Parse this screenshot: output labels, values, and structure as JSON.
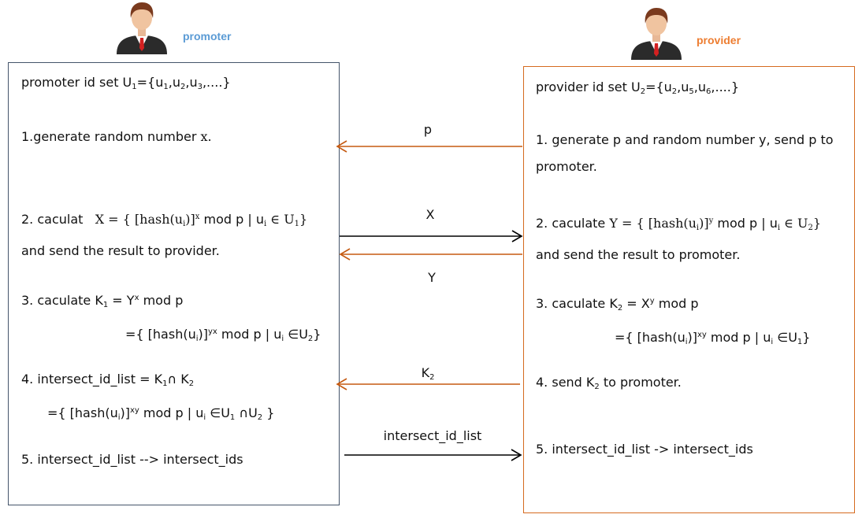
{
  "promoter": {
    "label": "promoter",
    "label_color": "#5b9bd5",
    "icon": "businessman-avatar-icon",
    "id_set": {
      "prefix": "promoter id set U",
      "sub": "1",
      "eq": "={u",
      "e1": "1",
      "c1": ",u",
      "e2": "2",
      "c2": ",u",
      "e3": "3",
      "tail": ",....}"
    },
    "steps": {
      "s1": "1.generate random number",
      "s1_var": "x.",
      "s2_prefix": "2.  caculat",
      "s2_formula_a": "X = { [hash(u",
      "s2_formula_i": "i",
      "s2_formula_b": ")]",
      "s2_formula_x": "x",
      "s2_formula_c": " mod p | u",
      "s2_formula_i2": "i",
      "s2_formula_d": "  ∈  U",
      "s2_formula_1": "1",
      "s2_formula_e": "}",
      "s2_line2": "and send the result to provider.",
      "s3_a": "3.  caculate K",
      "s3_sub": "1",
      "s3_b": "  = Y",
      "s3_sup": "x",
      "s3_c": " mod p",
      "s3_l2_a": "={ [hash(u",
      "s3_l2_i": "i",
      "s3_l2_b": ")]",
      "s3_l2_sup": "yx",
      "s3_l2_c": " mod p | u",
      "s3_l2_i2": "i",
      "s3_l2_d": " ∈U",
      "s3_l2_2": "2",
      "s3_l2_e": "}",
      "s4_a": "4.  intersect_id_list = K",
      "s4_s1": "1",
      "s4_b": "∩ K",
      "s4_s2": "2",
      "s4_l2_a": "={ [hash(u",
      "s4_l2_i": "i",
      "s4_l2_b": ")]",
      "s4_l2_sup": "xy",
      "s4_l2_c": " mod p | u",
      "s4_l2_i2": "i",
      "s4_l2_d": " ∈U",
      "s4_l2_1": "1",
      "s4_l2_e": " ∩U",
      "s4_l2_2": "2",
      "s4_l2_f": " }",
      "s5": "5.  intersect_id_list --> intersect_ids"
    }
  },
  "provider": {
    "label": "provider",
    "label_color": "#ed7d31",
    "icon": "businessman-avatar-icon",
    "id_set": {
      "prefix": "provider id set U",
      "sub": "2",
      "eq": "={u",
      "e1": "2",
      "c1": ",u",
      "e2": "5",
      "c2": ",u",
      "e3": "6",
      "tail": ",....}"
    },
    "steps": {
      "s1_l1": "1.  generate p and random number y, send p to",
      "s1_l2": "promoter.",
      "s2_prefix": "2.  caculate",
      "s2_formula_a": "Y = { [hash(u",
      "s2_formula_i": "i",
      "s2_formula_b": ")]",
      "s2_formula_y": "y",
      "s2_formula_c": " mod p | u",
      "s2_formula_i2": "i",
      "s2_formula_d": "  ∈  U",
      "s2_formula_2": "2",
      "s2_formula_e": "}",
      "s2_line2": "and send the result to promoter.",
      "s3_a": "3.  caculate K",
      "s3_sub": "2",
      "s3_b": " = X",
      "s3_sup": "y",
      "s3_c": " mod p",
      "s3_l2_a": "={ [hash(u",
      "s3_l2_i": "i",
      "s3_l2_b": ")]",
      "s3_l2_sup": "xy",
      "s3_l2_c": " mod p | u",
      "s3_l2_i2": "i",
      "s3_l2_d": " ∈U",
      "s3_l2_1": "1",
      "s3_l2_e": "}",
      "s4_a": "4.  send K",
      "s4_sub": "2",
      "s4_b": " to promoter.",
      "s5": "5.  intersect_id_list   ->    intersect_ids"
    }
  },
  "messages": {
    "p": "p",
    "X": "X",
    "Y": "Y",
    "K2_base": "K",
    "K2_sub": "2",
    "intersect": "intersect_id_list"
  },
  "colors": {
    "left_border": "#44546a",
    "right_border": "#d56a1f",
    "orange_arrow": "#c55a11",
    "black_arrow": "#000000"
  }
}
